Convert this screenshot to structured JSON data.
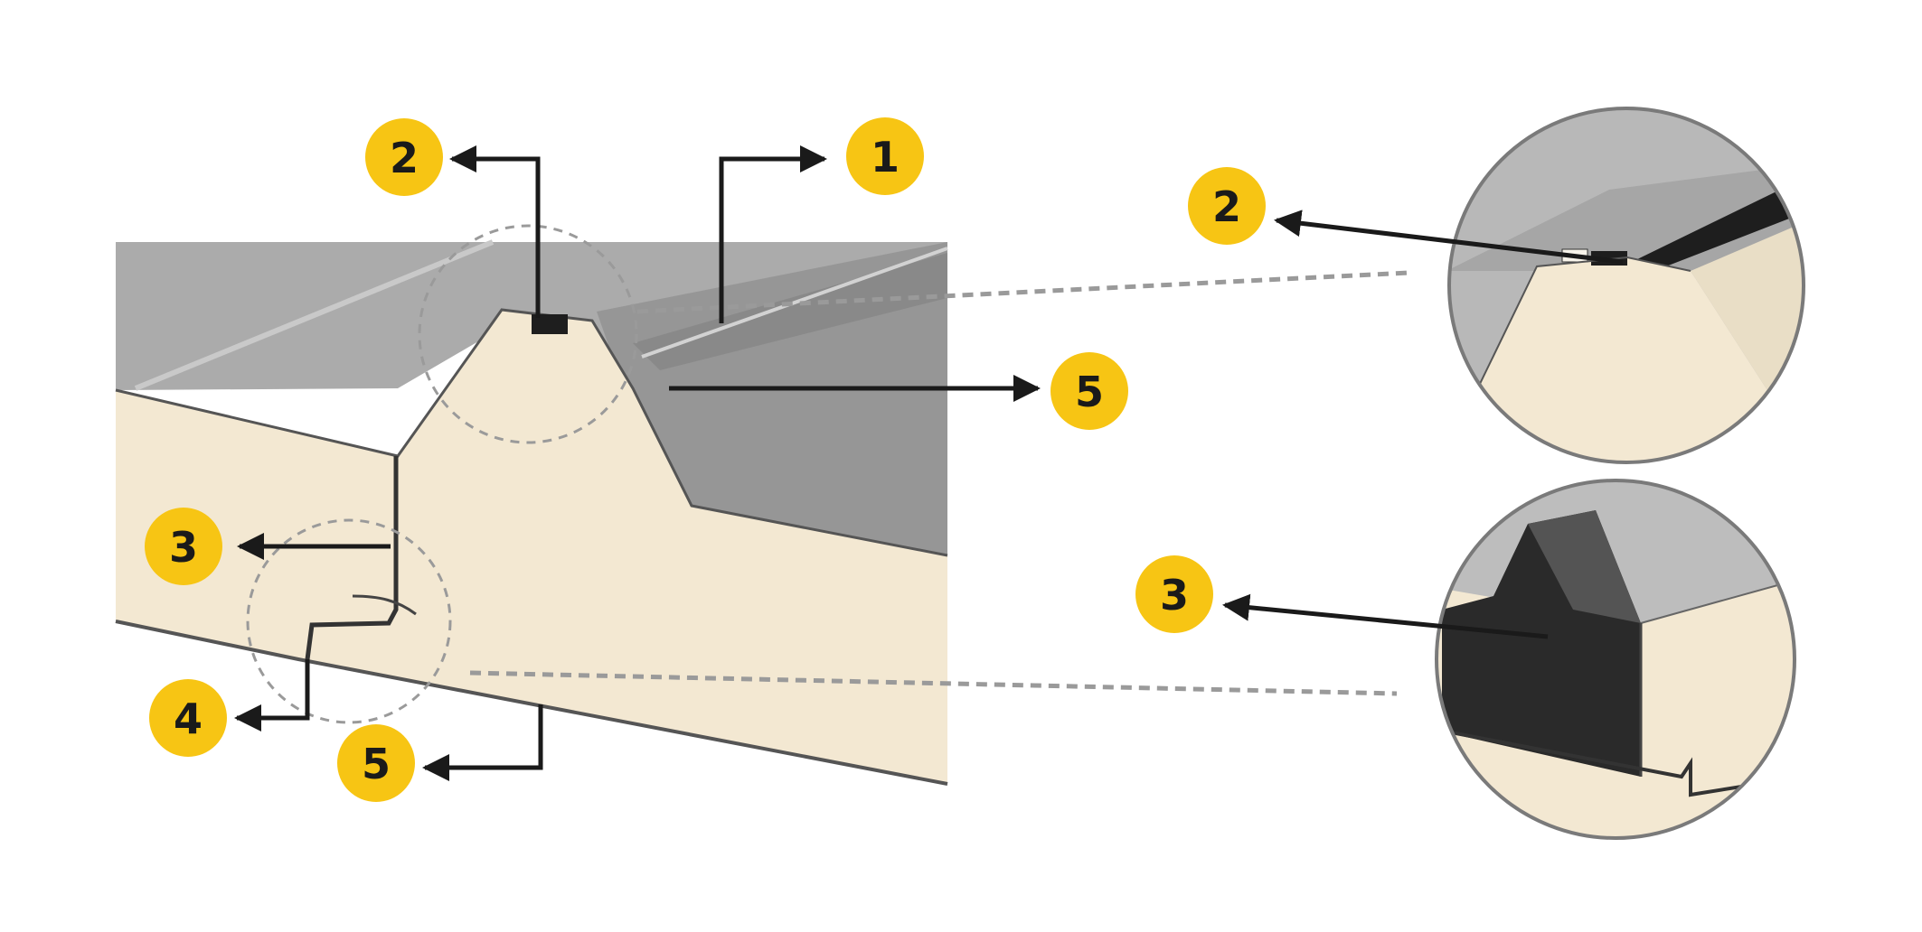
{
  "colors": {
    "badge": "#F7C514",
    "badge_text": "#1a1a1a",
    "foam": "#F3E8D2",
    "steel_light": "#B9B9B9",
    "steel_mid": "#A3A3A3",
    "steel_dark": "#8C8C8C",
    "seal_black": "#1E1E1E",
    "arrow": "#1a1a1a",
    "guide": "#9A9A9A"
  },
  "callouts": {
    "c1": "1",
    "c2_main": "2",
    "c3_main": "3",
    "c4": "4",
    "c5_right": "5",
    "c5_bottom": "5",
    "c2_detail": "2",
    "c3_detail": "3"
  }
}
